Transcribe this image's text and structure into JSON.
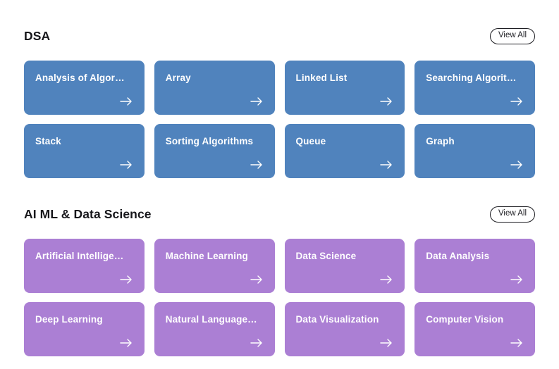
{
  "sections": [
    {
      "id": "dsa",
      "title": "DSA",
      "view_all_label": "View All",
      "color": "#5083bd",
      "theme": "blue",
      "cards": [
        {
          "label": "Analysis of Algor…",
          "arrow_icon": "arrow-right-icon"
        },
        {
          "label": "Array",
          "arrow_icon": "arrow-right-icon"
        },
        {
          "label": "Linked List",
          "arrow_icon": "arrow-right-icon"
        },
        {
          "label": "Searching Algorit…",
          "arrow_icon": "arrow-right-icon"
        },
        {
          "label": "Stack",
          "arrow_icon": "arrow-right-icon"
        },
        {
          "label": "Sorting Algorithms",
          "arrow_icon": "arrow-right-icon"
        },
        {
          "label": "Queue",
          "arrow_icon": "arrow-right-icon"
        },
        {
          "label": "Graph",
          "arrow_icon": "arrow-right-icon"
        }
      ]
    },
    {
      "id": "aiml",
      "title": "AI ML & Data Science",
      "view_all_label": "View All",
      "color": "#ab7fd4",
      "theme": "purple",
      "cards": [
        {
          "label": "Artificial Intellige…",
          "arrow_icon": "arrow-right-icon"
        },
        {
          "label": "Machine Learning",
          "arrow_icon": "arrow-right-icon"
        },
        {
          "label": "Data Science",
          "arrow_icon": "arrow-right-icon"
        },
        {
          "label": "Data Analysis",
          "arrow_icon": "arrow-right-icon"
        },
        {
          "label": "Deep Learning",
          "arrow_icon": "arrow-right-icon"
        },
        {
          "label": "Natural Language…",
          "arrow_icon": "arrow-right-icon"
        },
        {
          "label": "Data Visualization",
          "arrow_icon": "arrow-right-icon"
        },
        {
          "label": "Computer Vision",
          "arrow_icon": "arrow-right-icon"
        }
      ]
    }
  ]
}
